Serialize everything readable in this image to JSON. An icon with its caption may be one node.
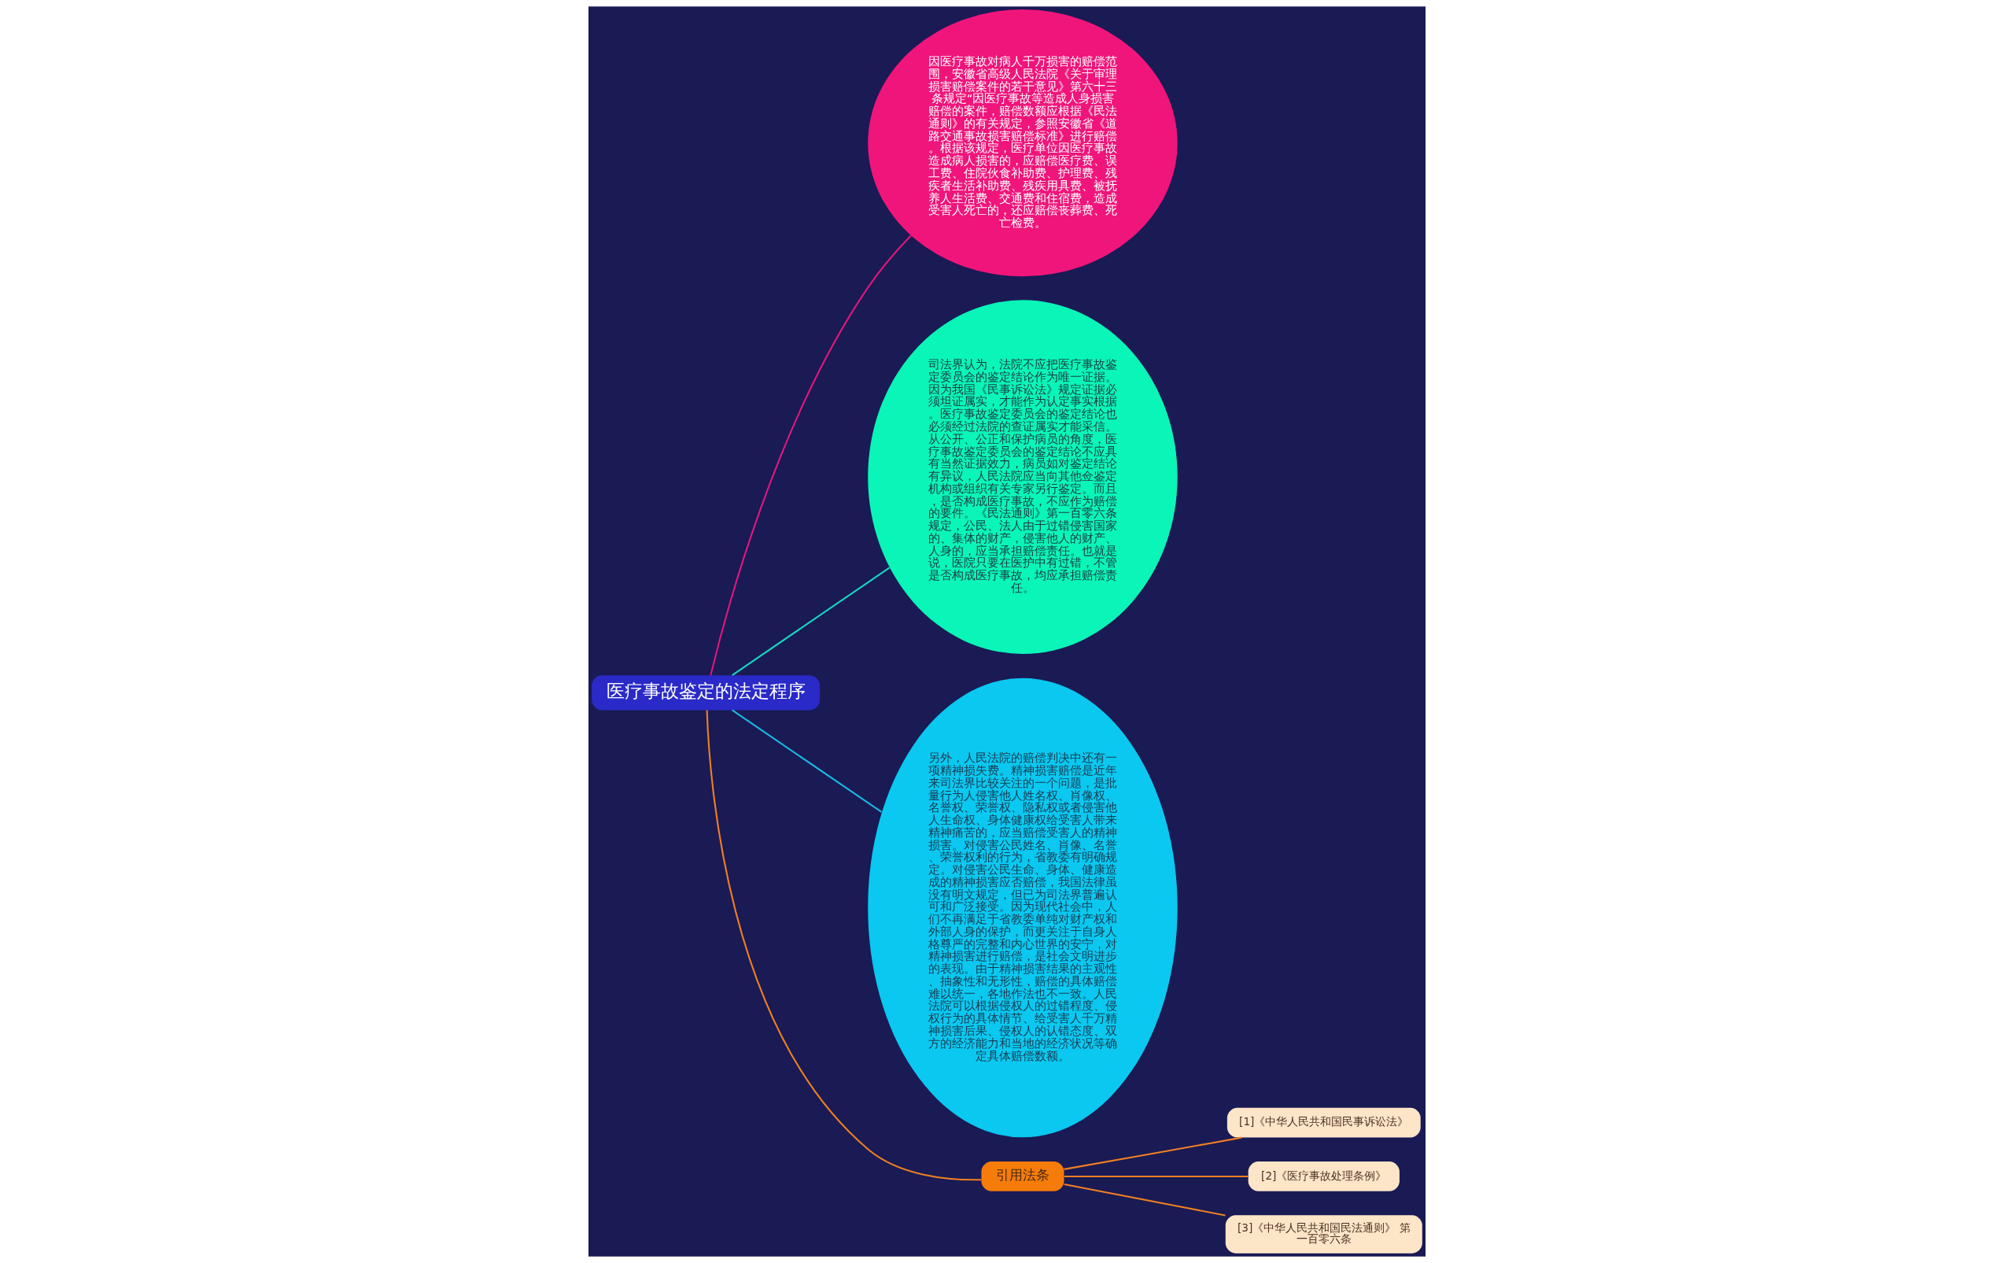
{
  "diagram": {
    "nodes": [
      {
        "text": [
          "医疗事故鉴定的法定程序"
        ]
      },
      {
        "text": [
          "因医疗事故对病人千万损害的赔偿范围，安徽省高级人民法院《关于审理损害赔偿案件的若干意见》第六十三条规定“因医疗事故等造成人身损害赔偿的案件，赔偿数额应根据《民法通则》的有关规定，参照安徽省《道路交通事故损害赔偿标准》进行赔偿。根据该规定，医疗单位因医疗事故造成病人损害的，应赔偿医疗费、误工费、住院伙食补助费、护理费、残疾者生活补助费、残疾用具费、被抚养人生活费、交通费和住宿费，造成受害人死亡的，还应赔偿丧葬费、死亡检费。"
        ]
      },
      {
        "text": [
          "司法界认为，法院不应把医疗事故鉴定委员会的鉴定结论作为唯一证据。因为我国《民事诉讼法》规定证据必须坦证属实，才能作为认定事实根据。医疗事故鉴定委员会的鉴定结论也必须经过法院的查证属实才能采信。从公开、公正和保护病员的角度，医疗事故鉴定委员会的鉴定结论不应具有当然证据效力，病员如对鉴定结论有异议，人民法院应当向其他佥鉴定机构或组织有关专家另行鉴定。而且，是否构成医疗事故，不应作为赔偿的要件。《民法通则》第一百零六条规定，公民、法人由于过错侵害国家的、集体的财产，侵害他人的财产、人身的，应当承担赔偿责任。也就是说，医院只要在医护中有过错，不管是否构成医疗事故，均应承担赔偿责任。"
        ]
      },
      {
        "text": [
          "另外，人民法院的赔偿判决中还有一项精神损失费。精神损害赔偿是近年来司法界比较关注的一个问题，是批量行为人侵害他人姓名权、肖像权、名誉权、荣誉权、隐私权或者侵害他人生命权、身体健康权给受害人带来精神痛苦的，应当赔偿受害人的精神损害。对侵害公民姓名、肖像、名誉、荣誉权利的行为，省教委有明确规定。对侵害公民生命、身体、健康造成的精神损害应否赔偿，我国法律虽没有明文规定，但已为司法界普遍认可和广泛接受。因为现代社会中，人们不再满足于省教委单纯对财产权和外部人身的保护，而更关注于自身人格尊严的完整和内心世界的安宁，对精神损害进行赔偿，是社会文明进步的表现。由于精神损害结果的主观性、抽象性和无形性，赔偿的具体赔偿难以统一，各地作法也不一致。人民法院可以根据侵权人的过错程度、侵权行为的具体情节、给受害人千万精神损害后果、侵权人的认错态度、双方的经济能力和当地的经济状况等确定具体赔偿数额。"
        ]
      },
      {
        "text": [
          "引用法条"
        ]
      },
      {
        "text": [
          "[1]《中华人民共和国民事诉讼法》"
        ]
      },
      {
        "text": [
          "[2]《医疗事故处理条例》"
        ]
      },
      {
        "text": [
          "[3]《中华人民共和国民法通则》 第一百零六条"
        ]
      }
    ],
    "edges": [
      {
        "from": 0,
        "to": 1,
        "arrow": "none",
        "color": "#e0187a"
      },
      {
        "from": 0,
        "to": 2,
        "arrow": "none",
        "color": "#19d6c0"
      },
      {
        "from": 0,
        "to": 3,
        "arrow": "none",
        "color": "#19b8e0"
      },
      {
        "from": 0,
        "to": 4,
        "arrow": "none"
      },
      {
        "from": 4,
        "to": 5,
        "arrow": "none"
      },
      {
        "from": 4,
        "to": 6,
        "arrow": "none"
      },
      {
        "from": 4,
        "to": 7,
        "arrow": "none"
      }
    ]
  }
}
